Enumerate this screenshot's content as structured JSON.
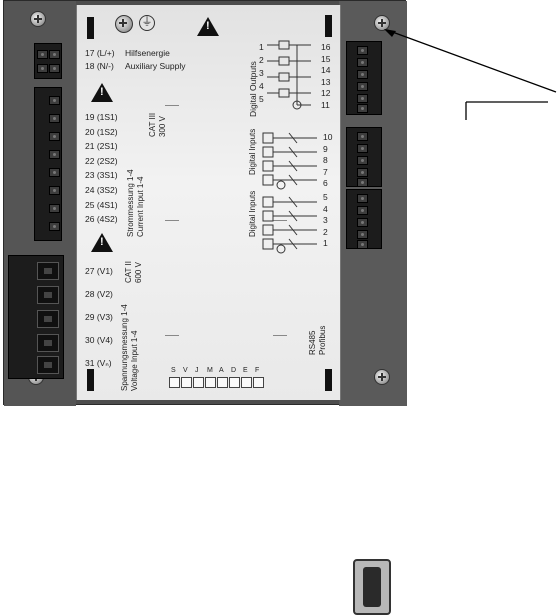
{
  "device": {
    "power": {
      "terminal_17": "17 (L/+)",
      "terminal_18": "18 (N/-)",
      "label_de": "Hilfsenergie",
      "label_en": "Auxiliary Supply"
    },
    "current": {
      "terminals": [
        "19 (1S1)",
        "20 (1S2)",
        "21 (2S1)",
        "22 (2S2)",
        "23 (3S1)",
        "24 (3S2)",
        "25 (4S1)",
        "26 (4S2)"
      ],
      "label_de": "Strommessung 1-4",
      "label_en": "Current Input 1-4",
      "rating": "CAT III",
      "rating_v": "300 V"
    },
    "voltage": {
      "terminals": [
        "27 (V1)",
        "28 (V2)",
        "29 (V3)",
        "30 (V4)",
        "31 (Vₙ)"
      ],
      "label_de": "Spannungsmessung 1-4",
      "label_en": "Voltage Input 1-4",
      "rating": "CAT II",
      "rating_v": "600 V"
    },
    "digital_outputs": {
      "label": "Digital Outputs",
      "left_numbers": [
        "1",
        "2",
        "3",
        "4",
        "5"
      ],
      "right_numbers": [
        "16",
        "15",
        "14",
        "13",
        "12",
        "11"
      ]
    },
    "digital_inputs_top": {
      "label": "Digital Inputs",
      "numbers": [
        "10",
        "9",
        "8",
        "7",
        "6"
      ]
    },
    "digital_inputs_bottom": {
      "label": "Digital Inputs",
      "numbers": [
        "5",
        "4",
        "3",
        "2",
        "1"
      ]
    },
    "comm": {
      "rs485": "RS485",
      "profibus": "Profibus"
    },
    "bottom_pins": [
      "S",
      "V",
      "J",
      "M",
      "A",
      "D",
      "E",
      "F"
    ]
  }
}
